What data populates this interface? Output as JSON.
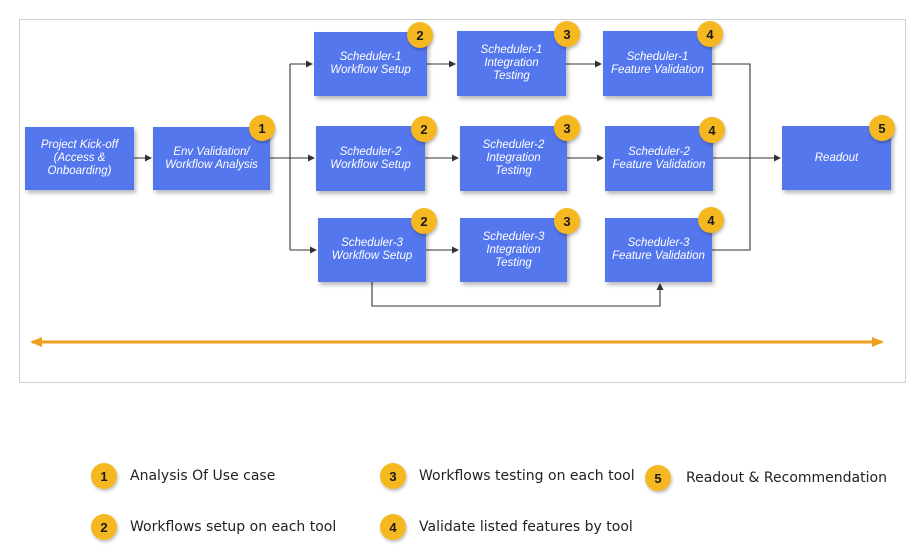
{
  "nodes": {
    "kickoff": "Project Kick-off\n(Access &\nOnboarding)",
    "env": "Env Validation/\nWorkflow Analysis",
    "s1_setup": "Scheduler-1\nWorkflow Setup",
    "s1_integ": "Scheduler-1\nIntegration\nTesting",
    "s1_feat": "Scheduler-1\nFeature Validation",
    "s2_setup": "Scheduler-2\nWorkflow Setup",
    "s2_integ": "Scheduler-2\nIntegration\nTesting",
    "s2_feat": "Scheduler-2\nFeature Validation",
    "s3_setup": "Scheduler-3\nWorkflow Setup",
    "s3_integ": "Scheduler-3\nIntegration\nTesting",
    "s3_feat": "Scheduler-3\nFeature Validation",
    "readout": "Readout"
  },
  "badges": {
    "env": "1",
    "s1_setup": "2",
    "s2_setup": "2",
    "s3_setup": "2",
    "s1_integ": "3",
    "s2_integ": "3",
    "s3_integ": "3",
    "s1_feat": "4",
    "s2_feat": "4",
    "s3_feat": "4",
    "readout": "5"
  },
  "legend": [
    {
      "number": "1",
      "text": "Analysis Of Use case"
    },
    {
      "number": "2",
      "text": "Workflows setup on each tool"
    },
    {
      "number": "3",
      "text": "Workflows testing on each tool"
    },
    {
      "number": "4",
      "text": "Validate listed features by tool"
    },
    {
      "number": "5",
      "text": "Readout & Recommendation"
    }
  ],
  "colors": {
    "box": "#5577ee",
    "badge": "#f5b820",
    "timeline": "#f0a020",
    "connector": "#333333"
  }
}
